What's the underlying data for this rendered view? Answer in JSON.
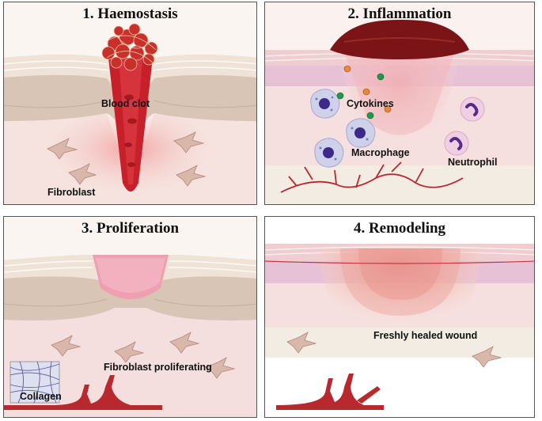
{
  "panels": {
    "haemostasis": {
      "title": "1. Haemostasis",
      "labels": {
        "blood_clot": "Blood clot",
        "fibroblast": "Fibroblast"
      }
    },
    "inflammation": {
      "title": "2. Inflammation",
      "labels": {
        "cytokines": "Cytokines",
        "macrophage": "Macrophage",
        "neutrophil": "Neutrophil"
      }
    },
    "proliferation": {
      "title": "3. Proliferation",
      "labels": {
        "fibroblast_proliferating": "Fibroblast proliferating",
        "collagen": "Collagen"
      }
    },
    "remodeling": {
      "title": "4. Remodeling",
      "labels": {
        "freshly_healed_wound": "Freshly healed wound"
      }
    }
  },
  "colors": {
    "skin_top": "#f1e7df",
    "skin_layer": "#d9c5b6",
    "dermis": "#f6dedd",
    "scab": "#7a1416",
    "blood": "#c8202a",
    "vessel": "#b8282e",
    "fibroblast": "#d9b8ab",
    "cytokine_orange": "#e88a3a",
    "cytokine_green": "#1f9a4a",
    "cell_nucleus": "#3b2a8a"
  }
}
